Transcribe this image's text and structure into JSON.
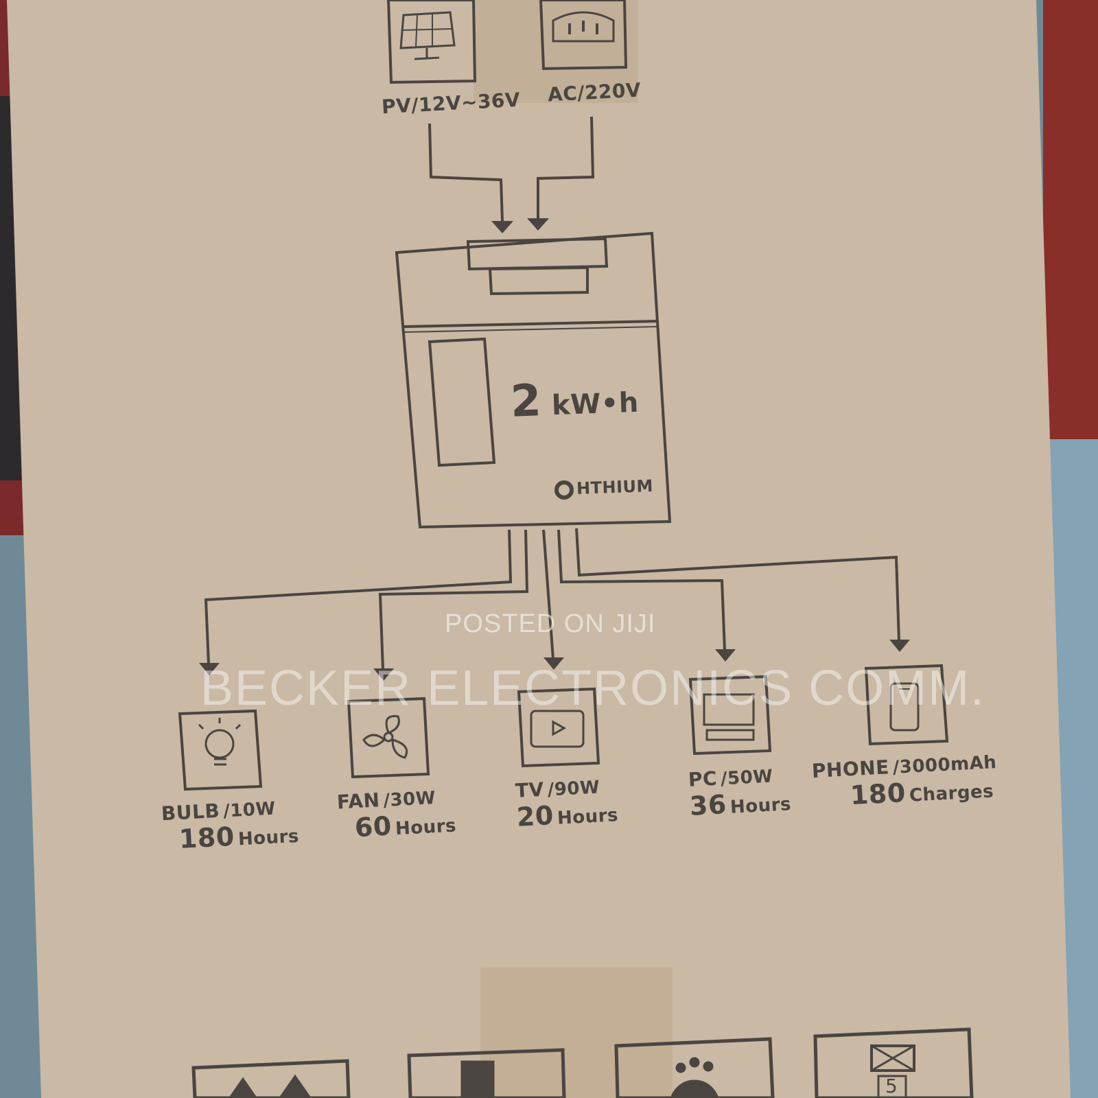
{
  "inputs": {
    "pv_label": "PV/12V~36V",
    "ac_label": "AC/220V",
    "pv_icon": "solar-panel-icon",
    "ac_icon": "ac-socket-icon"
  },
  "device": {
    "capacity_value": "2",
    "capacity_unit": "kW•h",
    "brand": "HTHIUM"
  },
  "outputs": [
    {
      "name": "BULB",
      "rating": "/10W",
      "runtime_value": "180",
      "runtime_unit": "Hours",
      "icon": "bulb-icon"
    },
    {
      "name": "FAN",
      "rating": "/30W",
      "runtime_value": "60",
      "runtime_unit": "Hours",
      "icon": "fan-icon"
    },
    {
      "name": "TV",
      "rating": "/90W",
      "runtime_value": "20",
      "runtime_unit": "Hours",
      "icon": "tv-icon"
    },
    {
      "name": "PC",
      "rating": "/50W",
      "runtime_value": "36",
      "runtime_unit": "Hours",
      "icon": "pc-icon"
    },
    {
      "name": "PHONE",
      "rating": "/3000mAh",
      "runtime_value": "180",
      "runtime_unit": "Charges",
      "icon": "phone-icon"
    }
  ],
  "watermarks": {
    "top": "POSTED ON JIJI",
    "main": "BECKER ELECTRONICS COMM."
  },
  "handling_symbol_5": "5",
  "colors": {
    "cardboard": "#c9b9a5",
    "ink": "#4a4540",
    "background": "#6f8a96"
  }
}
